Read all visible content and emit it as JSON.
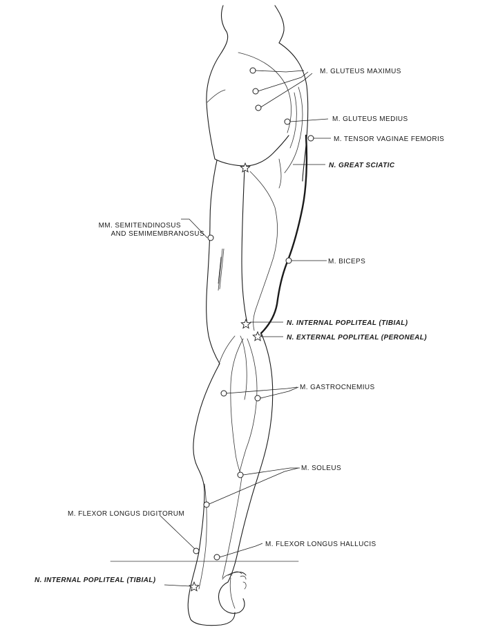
{
  "labels": {
    "gluteus_maximus": "M. GLUTEUS MAXIMUS",
    "gluteus_medius": "M. GLUTEUS MEDIUS",
    "tensor_vaginae_femoris": "M. TENSOR VAGINAE FEMORIS",
    "great_sciatic": "N. GREAT SCIATIC",
    "semitendinosus_line1": "MM. SEMITENDINOSUS",
    "semitendinosus_line2": "AND SEMIMEMBRANOSUS",
    "biceps": "M. BICEPS",
    "internal_popliteal_upper": "N. INTERNAL POPLITEAL (TIBIAL)",
    "external_popliteal": "N. EXTERNAL POPLITEAL (PERONEAL)",
    "gastrocnemius": "M. GASTROCNEMIUS",
    "soleus": "M. SOLEUS",
    "flexor_longus_digitorum": "M. FLEXOR LONGUS DIGITORUM",
    "flexor_longus_hallucis": "M. FLEXOR LONGUS HALLUCIS",
    "internal_popliteal_lower": "N. INTERNAL POPLITEAL (TIBIAL)"
  }
}
